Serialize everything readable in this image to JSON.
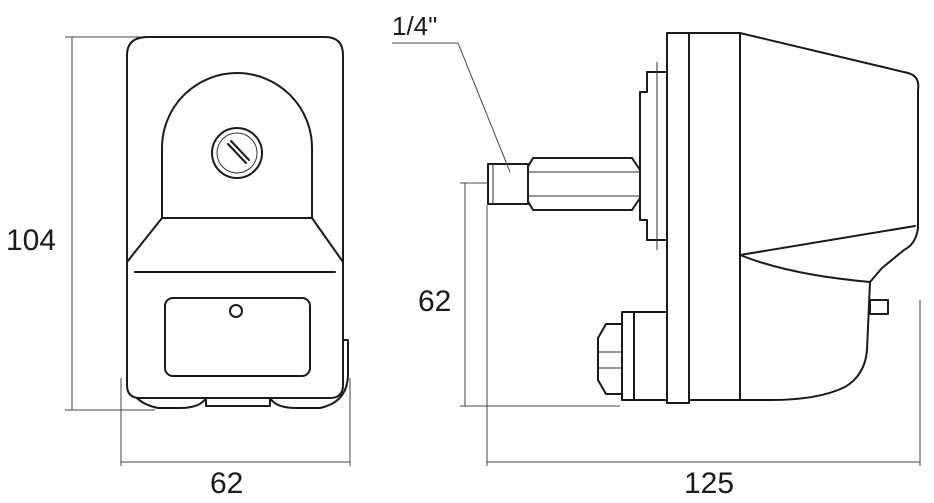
{
  "dimensions": {
    "front_height": "104",
    "front_width": "62",
    "side_height": "62",
    "side_width": "125",
    "thread_size": "1/4\""
  }
}
